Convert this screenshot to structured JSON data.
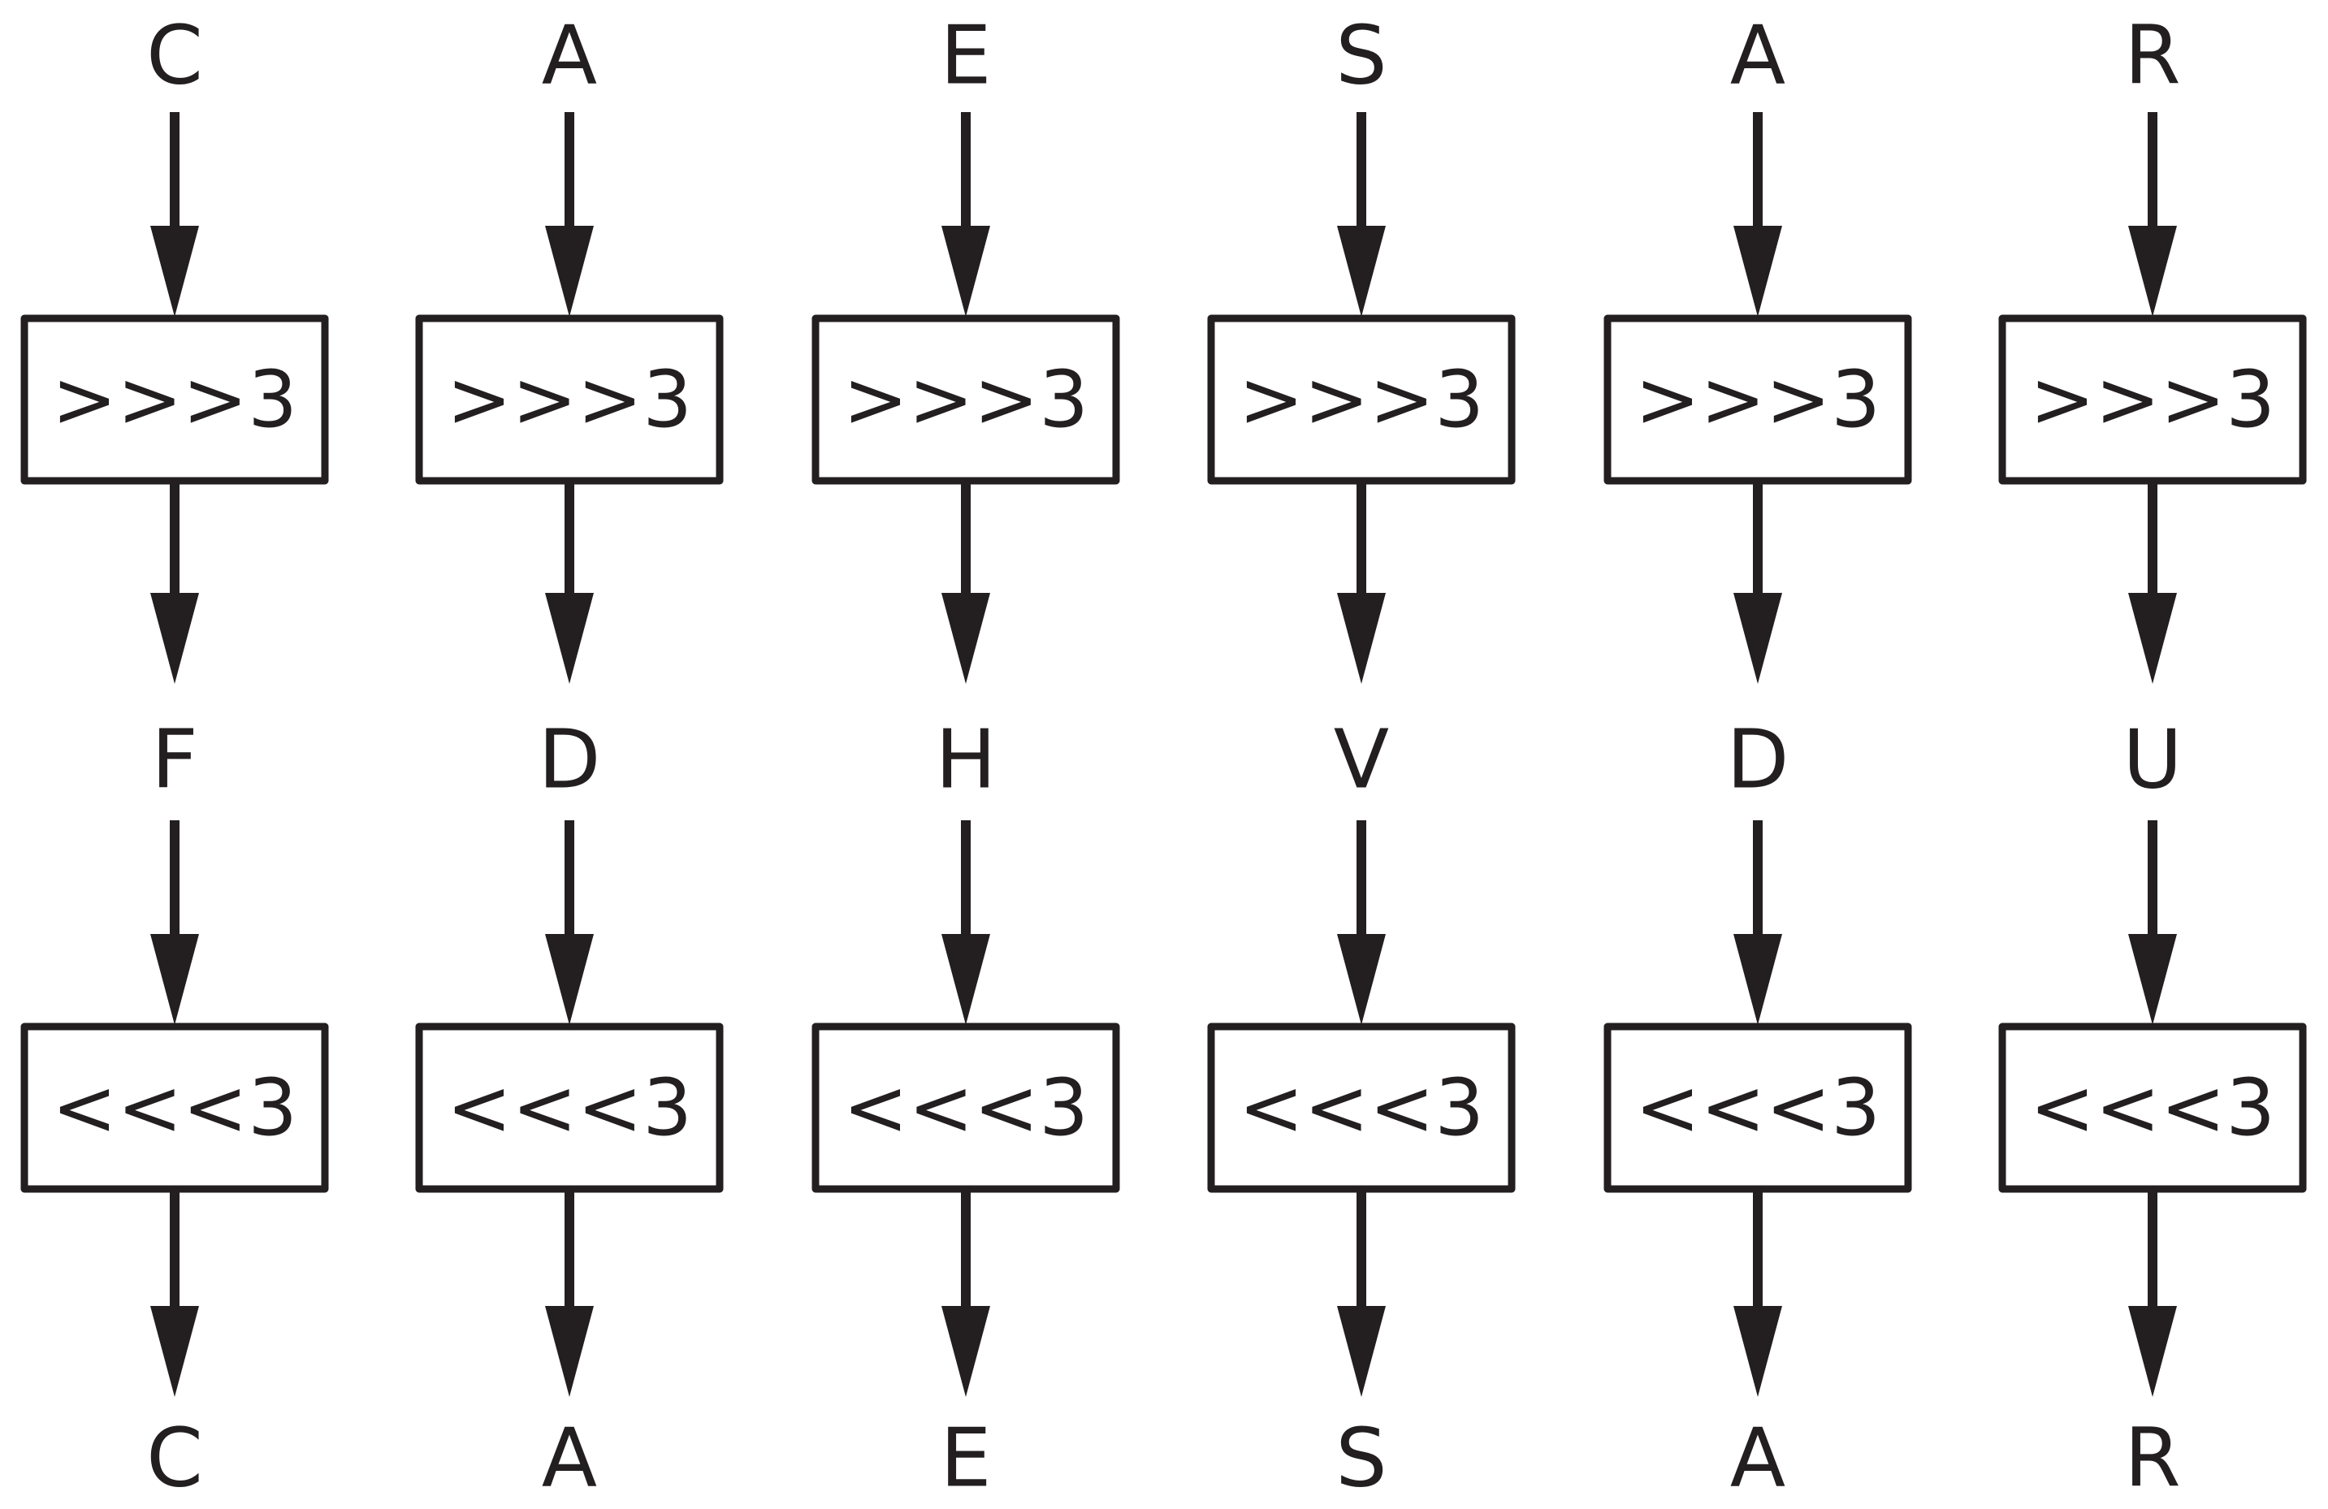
{
  "columns": [
    {
      "plaintext": "C",
      "encrypt_op": ">>>3",
      "ciphertext": "F",
      "decrypt_op": "<<<3",
      "decrypted": "C"
    },
    {
      "plaintext": "A",
      "encrypt_op": ">>>3",
      "ciphertext": "D",
      "decrypt_op": "<<<3",
      "decrypted": "A"
    },
    {
      "plaintext": "E",
      "encrypt_op": ">>>3",
      "ciphertext": "H",
      "decrypt_op": "<<<3",
      "decrypted": "E"
    },
    {
      "plaintext": "S",
      "encrypt_op": ">>>3",
      "ciphertext": "V",
      "decrypt_op": "<<<3",
      "decrypted": "S"
    },
    {
      "plaintext": "A",
      "encrypt_op": ">>>3",
      "ciphertext": "D",
      "decrypt_op": "<<<3",
      "decrypted": "A"
    },
    {
      "plaintext": "R",
      "encrypt_op": ">>>3",
      "ciphertext": "U",
      "decrypt_op": "<<<3",
      "decrypted": "R"
    }
  ],
  "colors": {
    "ink": "#231f20",
    "background": "#ffffff"
  }
}
